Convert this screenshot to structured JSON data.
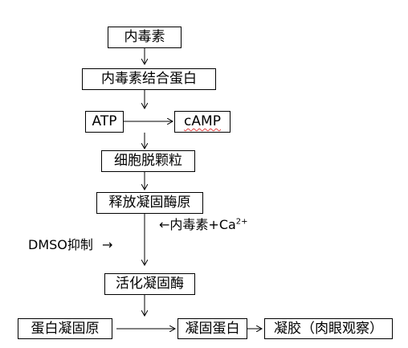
{
  "nodes": {
    "endotoxin": "内毒素",
    "endotoxin_binding_protein": "内毒素结合蛋白",
    "atp": "ATP",
    "camp": "cAMP",
    "cell_degranulation": "细胞脱颗粒",
    "release_coagulogen_enzyme": "释放凝固酶原",
    "activated_clotting_enzyme": "活化凝固酶",
    "coagulogen": "蛋白凝固原",
    "coagulin": "凝固蛋白",
    "gel": "凝胶（肉眼观察）"
  },
  "annotations": {
    "endotoxin_ca_arrow": "←",
    "endotoxin_ca_text": "内毒素+Ca",
    "endotoxin_ca_sup": "2+",
    "dmso_text": "DMSO抑制",
    "dmso_arrow": "→"
  }
}
